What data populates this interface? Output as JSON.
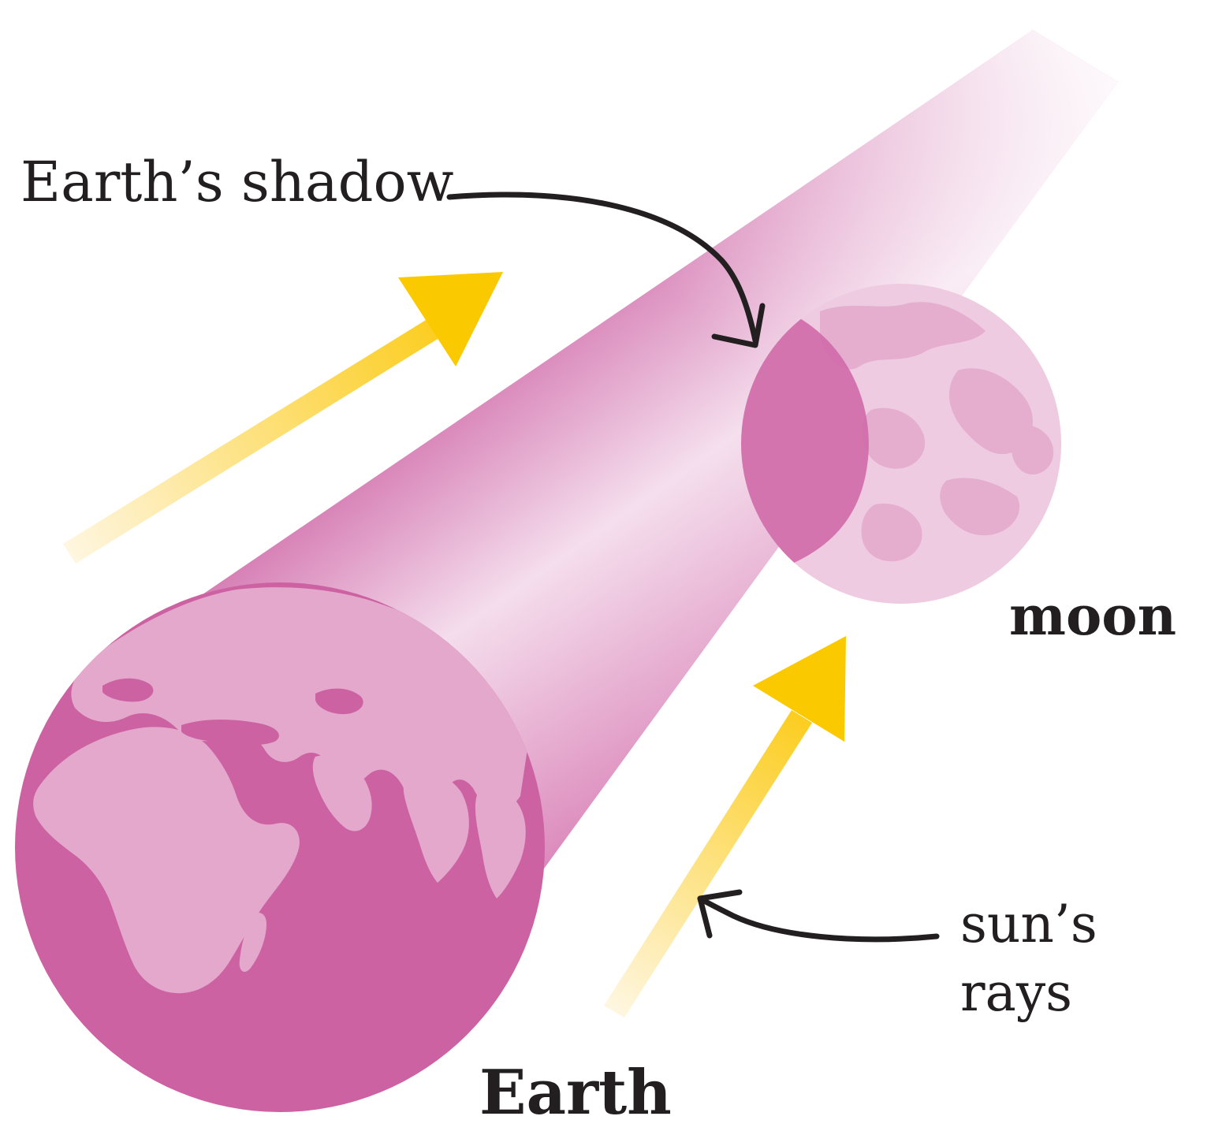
{
  "labels": {
    "shadow": "Earth’s shadow",
    "moon": "moon",
    "earth": "Earth",
    "sun_line1": "sun’s",
    "sun_line2": "rays"
  },
  "colors": {
    "shadow_dark": "#cf66a8",
    "shadow_light": "#f4dcec",
    "earth_ocean": "#cd62a3",
    "earth_land": "#e3a8cc",
    "moon": "#eecbe0",
    "moon_shadow": "#cf6aa9",
    "sun_arrow": "#fbc900",
    "pointer_arrow": "#231f20"
  },
  "icons": {
    "earth": "earth-globe-icon",
    "moon": "moon-icon",
    "sun_rays": "yellow-arrow-icon",
    "pointer": "curved-arrow-icon"
  }
}
